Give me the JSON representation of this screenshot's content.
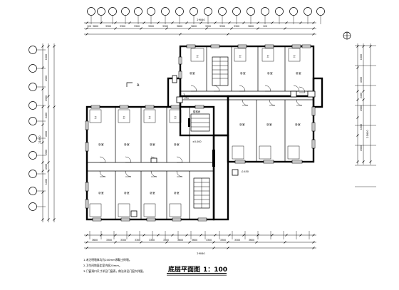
{
  "drawing": {
    "title": "底层平面图",
    "scale": "1：100",
    "section_mark": "A",
    "room_label": "卧室",
    "room_label_wc": "卫",
    "stair_label": "楼梯间",
    "notes": [
      "1.未注明墙体均为240mm厚黏土砖墙。",
      "2.卫生间地面比室内低20mm。",
      "3.门窗洞口尺寸详见门窗表，做法详见门窗大样图。"
    ],
    "dim_top_outer": [
      "120",
      "3600",
      "3300",
      "3300",
      "3300",
      "3300",
      "3300",
      "3600",
      "3600",
      "3300",
      "3300",
      "3300",
      "3600",
      "120"
    ],
    "dim_top_total": "29040",
    "dim_bottom_outer": [
      "3600",
      "3300",
      "3300",
      "3300",
      "3300",
      "3300",
      "3600",
      "3600",
      "3300",
      "3300",
      "3300",
      "3600"
    ],
    "dim_bottom_total": "29040",
    "dim_left": [
      "1500",
      "4500",
      "1500",
      "2400",
      "4500",
      "1500",
      "4500",
      "1200"
    ],
    "dim_left_total": "21600",
    "dim_right": [
      "1500",
      "4500",
      "2400",
      "4500",
      "1500",
      "4500"
    ],
    "dim_right_total": "21600",
    "elevation_mark": "±0.000",
    "entry_mark": "-0.450"
  }
}
